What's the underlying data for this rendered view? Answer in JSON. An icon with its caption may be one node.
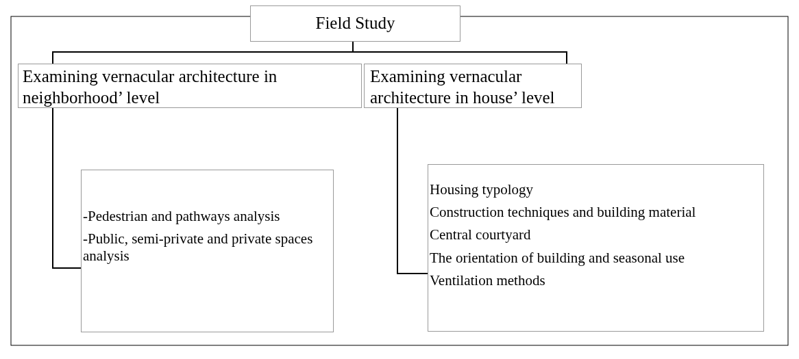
{
  "diagram": {
    "nodes": [
      {
        "text": [
          "Field Study"
        ]
      },
      {
        "text": [
          "Examining vernacular architecture in neighborhood’ level"
        ]
      },
      {
        "text": [
          "Examining vernacular architecture in house’ level"
        ]
      },
      {
        "text": [
          "-Pedestrian and pathways analysis",
          "-Public, semi-private and private spaces analysis"
        ]
      },
      {
        "text": [
          "Housing typology",
          "Construction techniques and building material",
          "Central courtyard",
          "The orientation of building and seasonal use",
          "Ventilation methods"
        ]
      }
    ],
    "edges": [
      {
        "from": 0,
        "to": 1,
        "arrow": "none"
      },
      {
        "from": 0,
        "to": 2,
        "arrow": "none"
      },
      {
        "from": 1,
        "to": 3,
        "arrow": "none"
      },
      {
        "from": 2,
        "to": 4,
        "arrow": "none"
      }
    ]
  }
}
